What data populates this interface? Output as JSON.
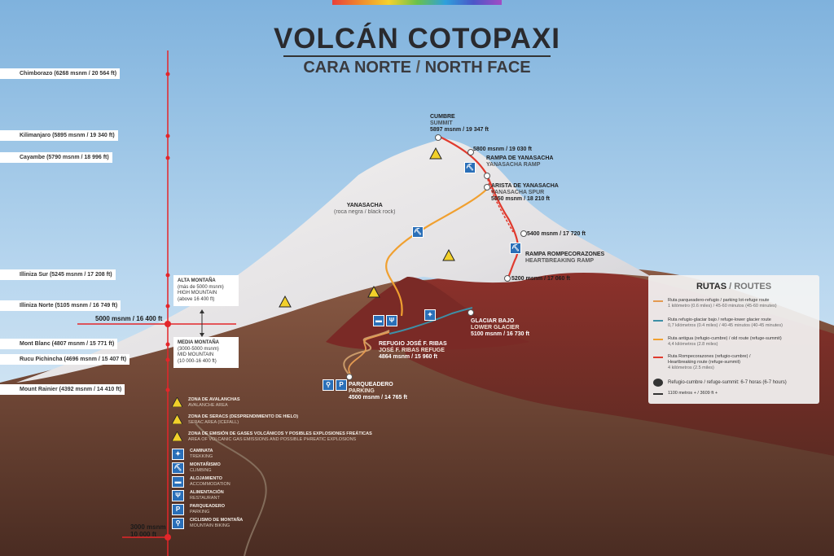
{
  "header": {
    "title": "VOLCÁN COTOPAXI",
    "subtitle_es": "CARA NORTE",
    "subtitle_sep": " / ",
    "subtitle_en": "NORTH FACE"
  },
  "elevation_scale": {
    "peaks": [
      {
        "label": "Chimborazo (6268 msnm / 20 564 ft)"
      },
      {
        "label": "Kilimanjaro (5895 msnm / 19 340 ft)"
      },
      {
        "label": "Cayambe (5790 msnm / 18 996 ft)"
      },
      {
        "label": "Illiniza Sur (5245 msnm / 17 208 ft)"
      },
      {
        "label": "Illiniza Norte (5105 msnm / 16 749 ft)"
      },
      {
        "label": "Mont Blanc (4807 msnm / 15 771 ft)"
      },
      {
        "label": "Rucu Pichincha (4696 msnm / 15 407 ft)"
      },
      {
        "label": "Mount Rainier (4392 msnm / 14 410 ft)"
      }
    ],
    "marker_5000": "5000 msnm / 16 400 ft",
    "marker_3000_a": "3000 msnm",
    "marker_3000_b": "10 000 ft",
    "high_zone": [
      "ALTA MONTAÑA",
      "(más de 5000 msnm)",
      "HIGH MOUNTAIN",
      "(above 16 400 ft)"
    ],
    "mid_zone": [
      "MEDIA MONTAÑA",
      "(3000-5000 msnm)",
      "MID MOUNTAIN",
      "(10 000-16 400 ft)"
    ]
  },
  "points": {
    "summit": {
      "es": "CUMBRE",
      "en": "SUMMIT",
      "elev": "5897 msnm / 19 347 ft"
    },
    "p5800": {
      "elev": "5800 msnm / 19 030 ft"
    },
    "ramp_yanasacha": {
      "es": "RAMPA DE YANASACHA",
      "en": "YANASACHA RAMP"
    },
    "arista": {
      "es": "ARISTA DE YANASACHA",
      "en": "YANASACHA SPUR",
      "elev": "5550 msnm / 18 210 ft"
    },
    "yanasacha": {
      "es": "YANASACHA",
      "en": "(roca negra / black rock)"
    },
    "p5400": {
      "elev": "5400 msnm / 17 720 ft"
    },
    "rompecorazones": {
      "es": "RAMPA ROMPECORAZONES",
      "en": "HEARTBREAKING RAMP"
    },
    "p5200": {
      "elev": "5200 msnm / 17 060 ft"
    },
    "glaciar": {
      "es": "GLACIAR BAJO",
      "en": "LOWER GLACIER",
      "elev": "5100 msnm / 16 730 ft"
    },
    "refugio": {
      "es": "REFUGIO JOSÉ F. RIBAS",
      "en": "JOSÉ F. RIBAS REFUGE",
      "elev": "4864 msnm / 15 960 ft"
    },
    "parqueadero": {
      "es": "PARQUEADERO",
      "en": "PARKING",
      "elev": "4500 msnm / 14 765 ft"
    }
  },
  "legend": [
    {
      "icon": "avalanche-warning-icon",
      "es": "ZONA DE AVALANCHAS",
      "en": "AVALANCHE AREA"
    },
    {
      "icon": "serac-warning-icon",
      "es": "ZONA DE SERACS (DESPRENDIMIENTO DE HIELO)",
      "en": "SERAC AREA (ICEFALL)"
    },
    {
      "icon": "gas-warning-icon",
      "es": "ZONA DE EMISIÓN DE GASES VOLCÁNICOS Y POSIBLES EXPLOSIONES FREÁTICAS",
      "en": "AREA OF VOLCANIC GAS EMISSIONS AND POSSIBLE PHREATIC EXPLOSIONS"
    },
    {
      "icon": "hiking-icon",
      "es": "CAMINATA",
      "en": "TREKKING"
    },
    {
      "icon": "climbing-icon",
      "es": "MONTAÑISMO",
      "en": "CLIMBING"
    },
    {
      "icon": "bed-icon",
      "es": "ALOJAMIENTO",
      "en": "ACCOMMODATION"
    },
    {
      "icon": "restaurant-icon",
      "es": "ALIMENTACIÓN",
      "en": "RESTAURANT"
    },
    {
      "icon": "parking-icon",
      "es": "PARQUEADERO",
      "en": "PARKING"
    },
    {
      "icon": "bicycle-icon",
      "es": "CICLISMO DE MONTAÑA",
      "en": "MOUNTAIN BIKING"
    }
  ],
  "routes": {
    "title_es": "RUTAS",
    "title_sep": " / ",
    "title_en": "ROUTES",
    "items": [
      {
        "color": "#e39a52",
        "line1": "Ruta parqueadero-refugio / parking lot-refuge route",
        "line2": "1 kilómetro (0.6 miles) / 45-60 minutos (45-60 minutes)"
      },
      {
        "color": "#3e8fa6",
        "line1": "Ruta refugio-glaciar bajo / refuge-lower glacier route",
        "line2": "0,7 kilómetros (0.4 miles) / 40-45 minutos (40-45 minutes)"
      },
      {
        "color": "#f0a030",
        "line1": "Ruta antigua (refugio-cumbre) / old route (refuge-summit)",
        "line2": "4,4 kilómetros (2.8 miles)"
      },
      {
        "color": "#e03a2e",
        "line1": "Ruta Rompecorazones (refugio-cumbre) /",
        "line2": "Heartbreaking route (refuge-summit)",
        "line3": "4 kilómetros (2.5 miles)"
      }
    ],
    "time_note": "Refugio-cumbre / refuge-summit: 6-7 horas (6-7 hours)",
    "gain_note": "1100 metros + / 3609 ft +"
  },
  "colors": {
    "red_route": "#e03a2e",
    "orange_route": "#f0a030",
    "teal_route": "#3e8fa6",
    "scale_red": "#e3262a"
  }
}
